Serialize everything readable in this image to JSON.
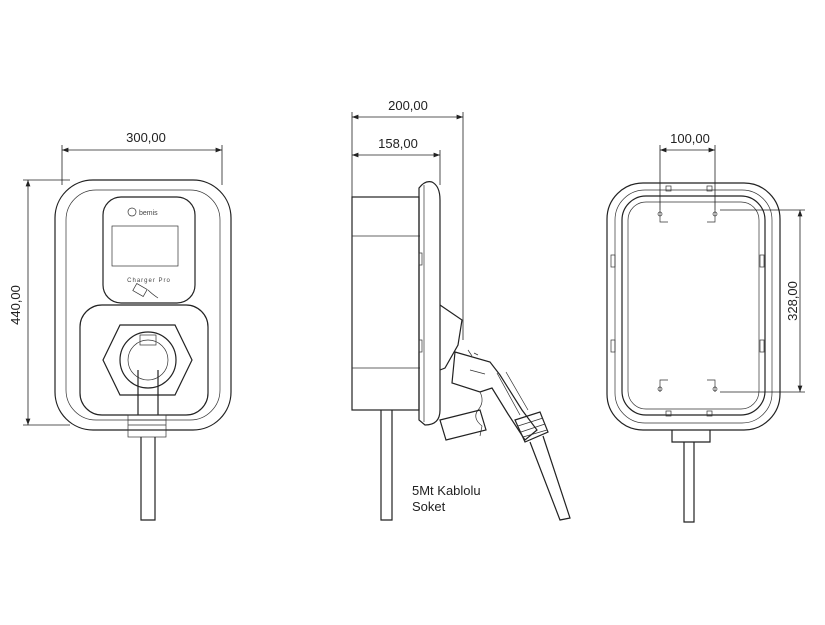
{
  "front_view": {
    "width_dimension": "300,00",
    "height_dimension": "440,00",
    "brand_logo": "bemis",
    "product_label": "Charger Pro"
  },
  "side_view": {
    "total_depth_dimension": "200,00",
    "body_depth_dimension": "158,00",
    "note_line1": "5Mt Kablolu",
    "note_line2": "Soket"
  },
  "rear_view": {
    "hole_spacing_horizontal": "100,00",
    "hole_spacing_vertical": "328,00"
  }
}
